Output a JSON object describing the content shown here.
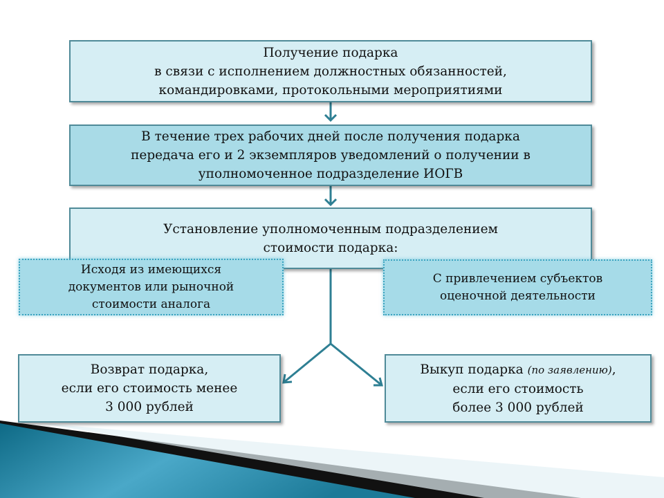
{
  "boxes": {
    "receipt": {
      "lines": [
        "Получение подарка",
        "в связи с исполнением должностных обязанностей,",
        "командировками, протокольными мероприятиями"
      ]
    },
    "transfer": {
      "lines": [
        "В течение трех рабочих дней после получения подарка",
        "передача его и 2 экземпляров уведомлений о получении в",
        "уполномоченное подразделение ИОГВ"
      ]
    },
    "valuation": {
      "lines": [
        "Установление уполномоченным подразделением",
        "стоимости подарка:"
      ]
    },
    "by_documents": {
      "lines": [
        "Исходя из имеющихся",
        "документов или рыночной",
        "стоимости аналога"
      ]
    },
    "by_appraisers": {
      "lines": [
        "С привлечением субъектов",
        "оценочной деятельности"
      ]
    },
    "return": {
      "lines": [
        "Возврат подарка,",
        "если его стоимость менее",
        "3 000 рублей"
      ]
    },
    "buyout": {
      "line1_main": "Выкуп подарка",
      "line1_note": "(по заявлению)",
      "line1_end": ",",
      "lines": [
        "если его стоимость",
        "более 3 000 рублей"
      ]
    }
  },
  "colors": {
    "arrow": "#2e7f93",
    "light_fill": "#d6eef4",
    "dark_fill": "#a9dbe7"
  }
}
